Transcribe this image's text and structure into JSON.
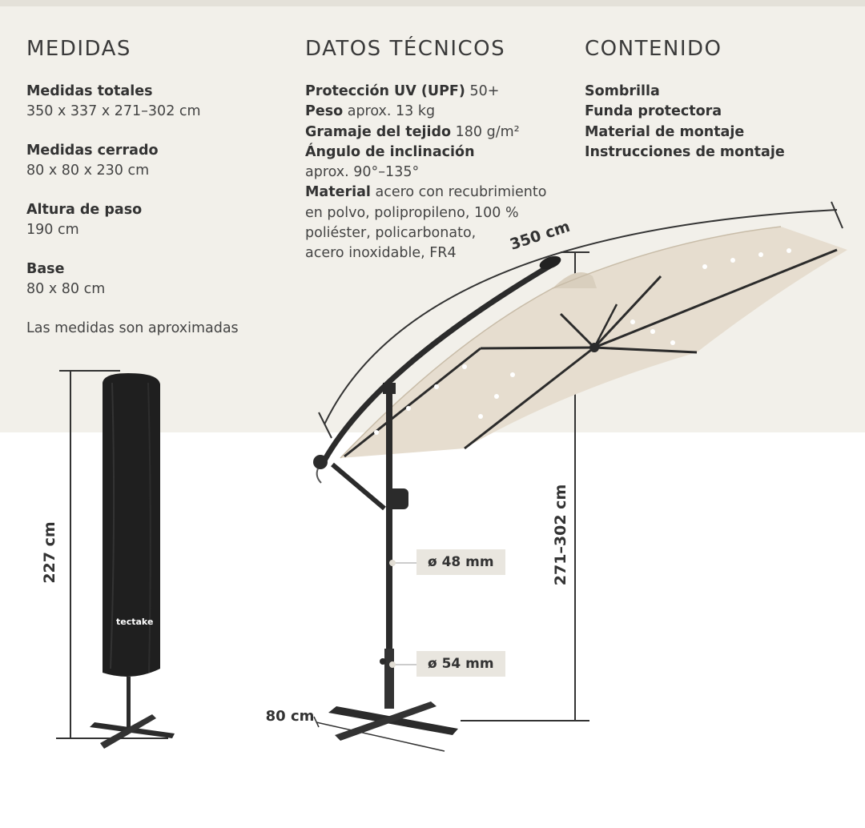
{
  "medidas": {
    "heading": "MEDIDAS",
    "groups": [
      {
        "label": "Medidas totales",
        "value": "350 x 337 x 271–302 cm"
      },
      {
        "label": "Medidas cerrado",
        "value": "80 x 80 x 230 cm"
      },
      {
        "label": "Altura de paso",
        "value": "190 cm"
      },
      {
        "label": "Base",
        "value": "80 x 80 cm"
      }
    ],
    "note": "Las medidas son aproximadas"
  },
  "datos": {
    "heading": "DATOS TÉCNICOS",
    "uv_label": "Protección UV (UPF)",
    "uv_value": "50+",
    "peso_label": "Peso",
    "peso_value": "aprox. 13 kg",
    "gramaje_label": "Gramaje del tejido",
    "gramaje_value": "180 g/m²",
    "angulo_label": "Ángulo de inclinación",
    "angulo_value": "aprox. 90°–135°",
    "material_label": "Material",
    "material_lines": [
      "acero con recubrimiento",
      "en polvo, polipropileno, 100 %",
      "poliéster, policarbonato,",
      "acero inoxidable, FR4"
    ]
  },
  "contenido": {
    "heading": "CONTENIDO",
    "items": [
      "Sombrilla",
      "Funda protectora",
      "Material de montaje",
      "Instrucciones de montaje"
    ]
  },
  "dimensions": {
    "width": "350 cm",
    "height_range": "271–302 cm",
    "cover_height": "227 cm",
    "base_width": "80 cm",
    "pole_upper": "ø 48 mm",
    "pole_lower": "ø 54 mm"
  },
  "brand": "tectake",
  "colors": {
    "canopy": "#e6ddcf",
    "frame": "#2b2b2b",
    "background": "#f2f0ea"
  }
}
